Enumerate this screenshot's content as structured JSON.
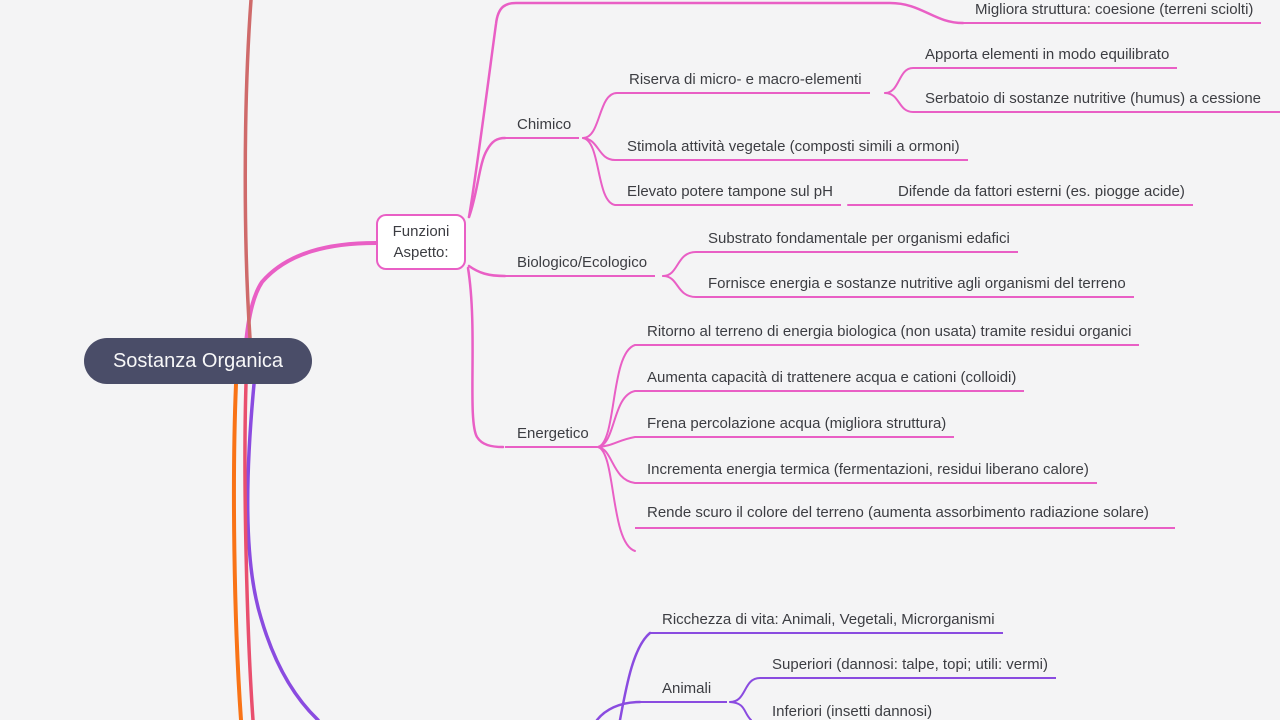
{
  "colors": {
    "background": "#f4f4f5",
    "root_fill": "#4a4d68",
    "root_text": "#f7f7f8",
    "label_text": "#3c3d42",
    "pink_branch": "#e95fc5",
    "purple_branch": "#8a4be0",
    "orange_branch": "#f97316",
    "crimson_branch": "#e94f6e",
    "salmon_branch": "#cf6a6a"
  },
  "root": {
    "label": "Sostanza Organica"
  },
  "funzioni": {
    "label_line1": "Funzioni",
    "label_line2": "Aspetto:",
    "fisico": {
      "migliora": "Migliora struttura: coesione (terreni sciolti)"
    },
    "chimico": {
      "label": "Chimico",
      "riserva": {
        "label": "Riserva di micro- e macro-elementi",
        "apporta": "Apporta elementi in modo equilibrato",
        "serbatoio": "Serbatoio di sostanze nutritive (humus) a cessione"
      },
      "stimola": "Stimola attività vegetale (composti simili a ormoni)",
      "elevato": {
        "label": "Elevato potere tampone sul pH",
        "difende": "Difende da fattori esterni (es. piogge acide)"
      }
    },
    "biologico": {
      "label": "Biologico/Ecologico",
      "substrato": "Substrato fondamentale per organismi edafici",
      "fornisce": "Fornisce energia e sostanze nutritive agli organismi del terreno"
    },
    "energetico": {
      "label": "Energetico",
      "ritorno": "Ritorno al terreno di energia biologica (non usata) tramite residui organici",
      "aumenta": "Aumenta capacità di trattenere acqua e cationi (colloidi)",
      "frena": "Frena percolazione acqua (migliora struttura)",
      "incrementa": "Incrementa energia termica (fermentazioni, residui liberano calore)",
      "rende": "Rende scuro il colore del terreno (aumenta assorbimento radiazione solare)"
    }
  },
  "vita": {
    "ricchezza": "Ricchezza di vita: Animali, Vegetali, Microrganismi",
    "animali": {
      "label": "Animali",
      "superiori": "Superiori (dannosi: talpe, topi; utili: vermi)",
      "inferiori": "Inferiori (insetti dannosi)"
    }
  }
}
